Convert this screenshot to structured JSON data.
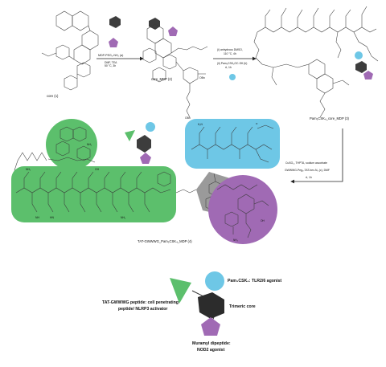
{
  "compounds": {
    "core": "core (1)",
    "core_mdp": "core_MDP (2)",
    "pam_core_mdp": "Pam₃CSK₄_core_MDP (3)",
    "final": "TAT-GWWWG_Pam₃CSK₄_MDP (4)"
  },
  "reagents": {
    "step1": {
      "reagent": "MDP-PEG₂-NH₂ (a)",
      "conditions": "DMF, TEA\n50 °C, 3h"
    },
    "step2": {
      "line1": "(i) anhydrous DMSO,",
      "line2": "110 °C, 4h",
      "line3": "(ii) Pam₃CSK₄GC-SH (b)",
      "line4": "rt, 1h"
    },
    "step3": {
      "line1": "CuSO₄, THPTA, sodium ascorbate",
      "line2": "GWWWG-Peg₃-TAT-hex-N₃ (c), DMF",
      "line3": "rt, 1h"
    }
  },
  "atom_labels": [
    "NH₂",
    "NH",
    "HN",
    "OH",
    "O",
    "OBn",
    "OBn",
    "NH₂",
    "NH₂",
    "OH",
    "NH₂",
    "H₂N",
    "N"
  ],
  "legend": {
    "tlr_agonist": "Pam₃CSK₄: TLR2/6 agonist",
    "tat_peptide_line1": "TAT-GWWWG peptide: cell penetrating",
    "tat_peptide_line2": "peptide/ NLRP3 activator",
    "trimeric_core": "Trimeric core",
    "muramyl_line1": "Muramyl dipeptide:",
    "muramyl_line2": "NOD2 agonist"
  },
  "colors": {
    "green": "#5cbf6c",
    "blue": "#6ec7e6",
    "purple": "#a06ab4",
    "gray": "#8a8a8a",
    "dark": "#3d3d3d"
  }
}
